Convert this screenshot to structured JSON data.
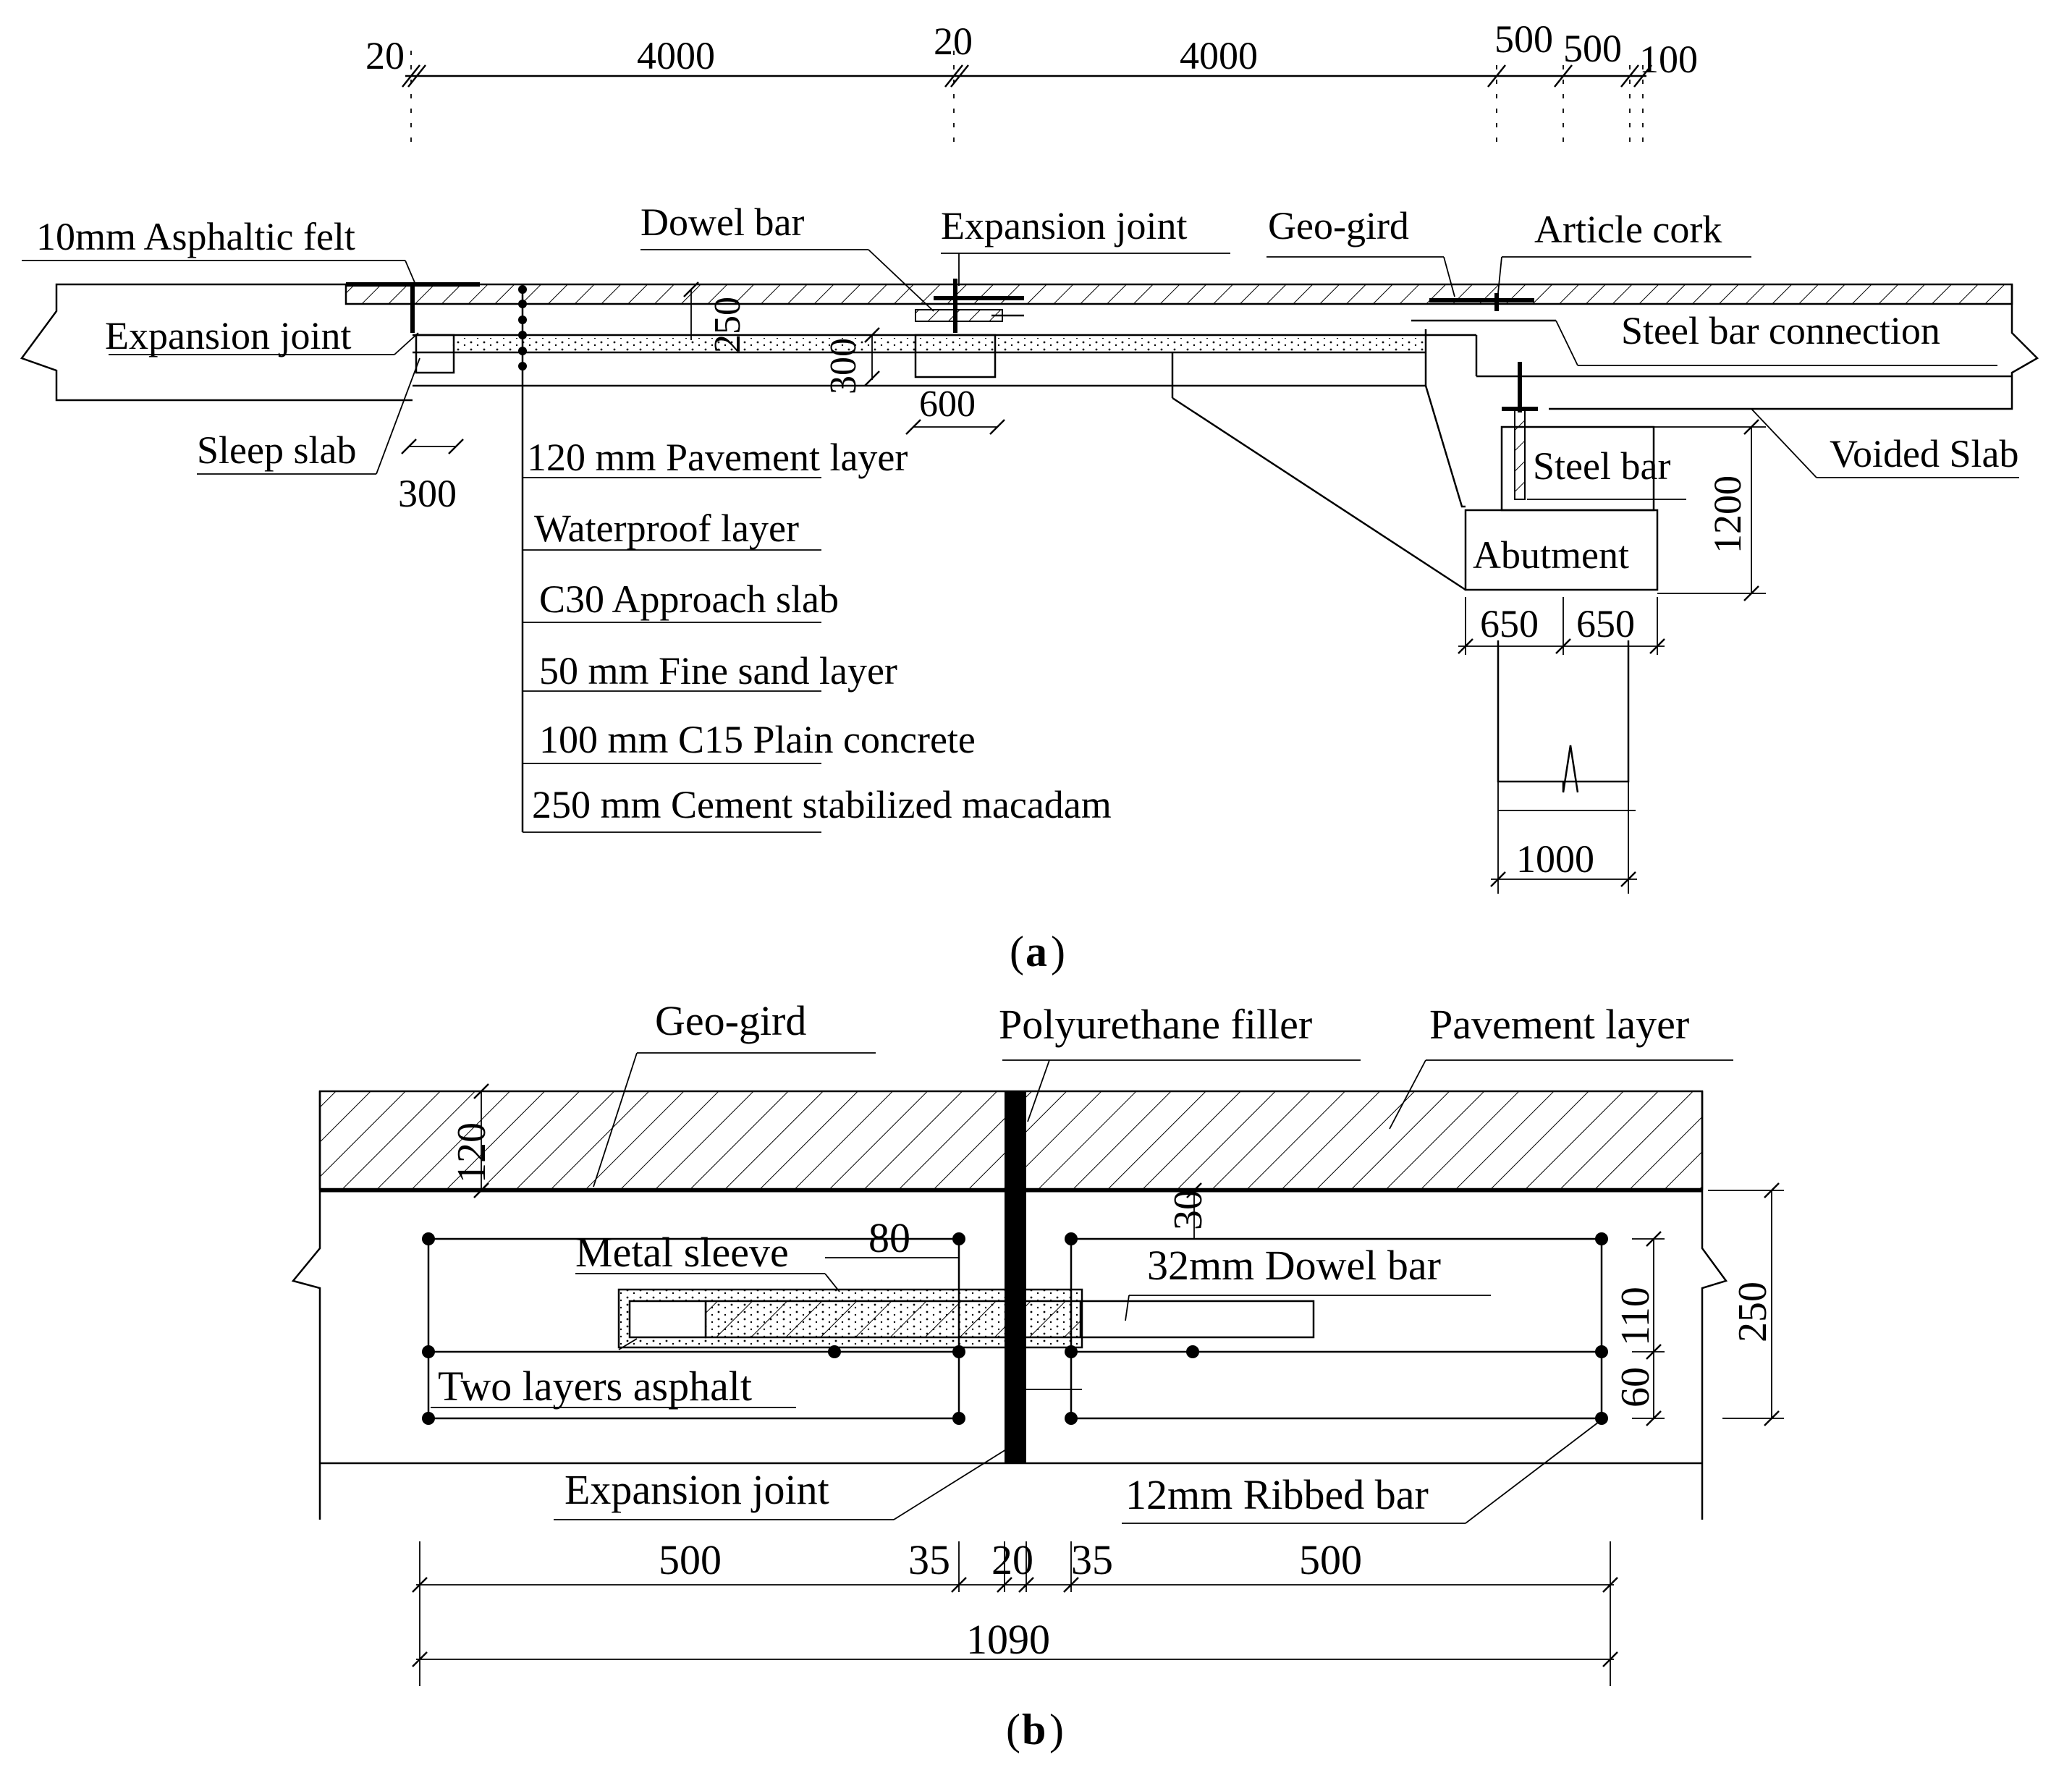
{
  "panel_a": {
    "caption_label": "a",
    "top_dims": [
      "20",
      "4000",
      "20",
      "4000",
      "500",
      "500",
      "100"
    ],
    "labels": {
      "asphaltic_felt": "10mm Asphaltic felt",
      "expansion_joint_left": "Expansion joint",
      "sleep_slab": "Sleep slab",
      "dowel_bar": "Dowel bar",
      "expansion_joint_mid": "Expansion joint",
      "geo_gird": "Geo-gird",
      "article_cork": "Article cork",
      "steel_bar_connection": "Steel bar connection",
      "voided_slab": "Voided Slab",
      "steel_bar": "Steel bar",
      "abutment": "Abutment"
    },
    "layers": [
      "120 mm Pavement layer",
      "Waterproof layer",
      "C30 Approach slab",
      "50 mm Fine sand layer",
      "100 mm C15 Plain concrete",
      "250 mm Cement stabilized macadam"
    ],
    "dims": {
      "d250": "250",
      "d300v": "300",
      "d600": "600",
      "d300": "300",
      "d1200": "1200",
      "d650a": "650",
      "d650b": "650",
      "d1000": "1000"
    }
  },
  "panel_b": {
    "caption_label": "b",
    "labels": {
      "geo_gird": "Geo-gird",
      "polyurethane_filler": "Polyurethane filler",
      "pavement_layer": "Pavement layer",
      "metal_sleeve": "Metal sleeve",
      "dowel_bar": "32mm Dowel bar",
      "two_layers_asphalt": "Two layers asphalt",
      "expansion_joint": "Expansion joint",
      "ribbed_bar": "12mm Ribbed bar"
    },
    "dims": {
      "d120": "120",
      "d30": "30",
      "d80": "80",
      "d110": "110",
      "d60": "60",
      "d250": "250",
      "bottom": [
        "500",
        "35",
        "20",
        "35",
        "500"
      ],
      "total": "1090"
    }
  }
}
